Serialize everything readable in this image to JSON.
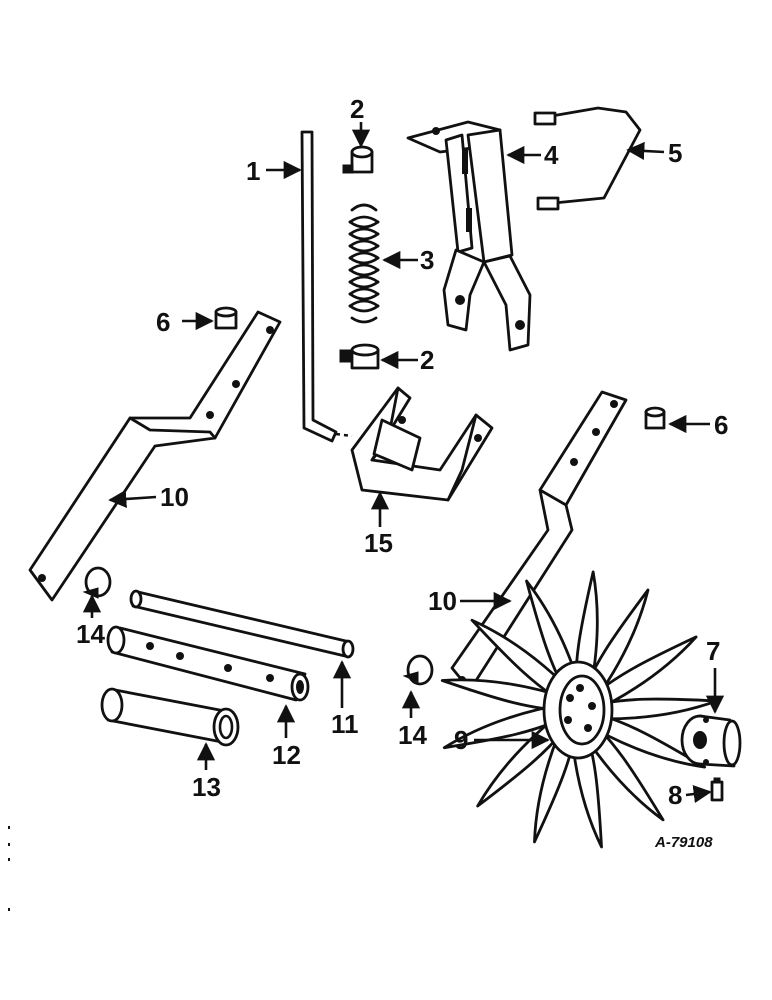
{
  "diagram": {
    "drawing_code": "A-79108",
    "callouts": {
      "rod": "1",
      "collar_top": "2",
      "collar_bottom": "2",
      "spring": "3",
      "bracket": "4",
      "u_bolt": "5",
      "bushing_left": "6",
      "bushing_right": "6",
      "hub": "7",
      "bolt": "8",
      "rotary_wheel": "9",
      "arm_left": "10",
      "arm_right": "10",
      "shaft": "11",
      "spacer_tube": "12",
      "sleeve": "13",
      "washer_left": "14",
      "washer_right": "14",
      "pivot_bracket": "15"
    }
  }
}
